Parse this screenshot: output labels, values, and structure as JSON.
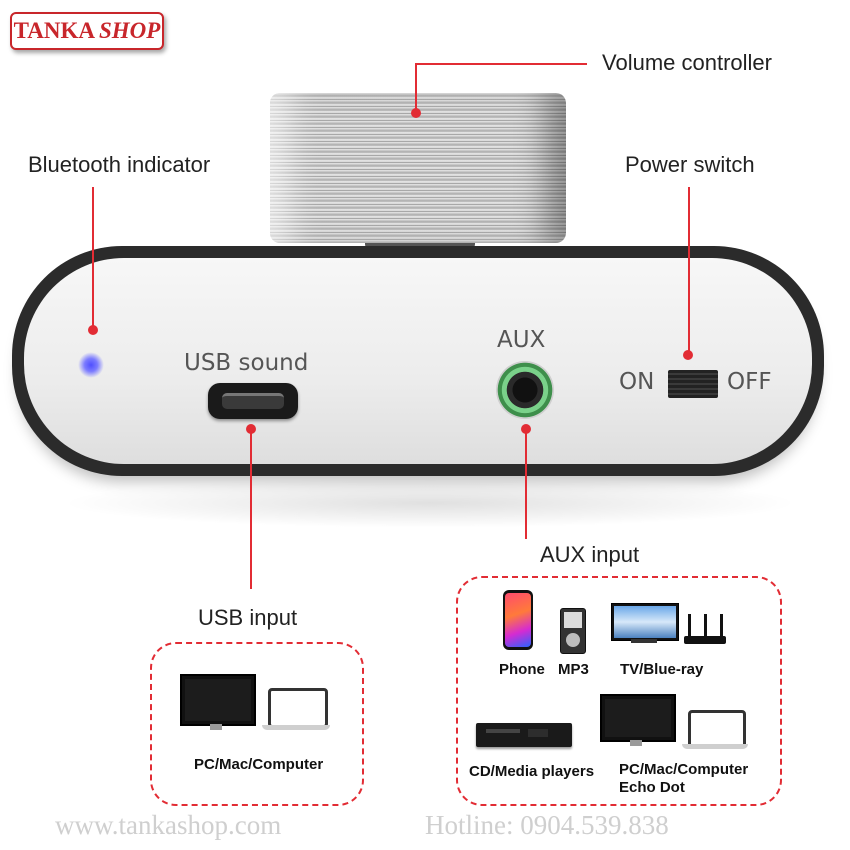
{
  "logo": {
    "part1": "TANKA",
    "part2": "SHOP"
  },
  "callouts": {
    "volume": "Volume controller",
    "bluetooth": "Bluetooth indicator",
    "power": "Power switch",
    "usb_input": "USB input",
    "aux_input": "AUX input"
  },
  "panel": {
    "usb_label": "USB sound",
    "aux_label": "AUX",
    "on_label": "ON",
    "off_label": "OFF"
  },
  "usb_box": {
    "devices_caption": "PC/Mac/Computer"
  },
  "aux_box": {
    "phone": "Phone",
    "mp3": "MP3",
    "tv": "TV/Blue-ray",
    "cd": "CD/Media players",
    "pc_line1": "PC/Mac/Computer",
    "pc_line2": "Echo Dot"
  },
  "footer": {
    "website": "www.tankashop.com",
    "hotline": "Hotline: 0904.539.838"
  },
  "colors": {
    "accent": "#e22c34",
    "led": "#4f4fff",
    "aux_ring": "#3e8f4b"
  }
}
